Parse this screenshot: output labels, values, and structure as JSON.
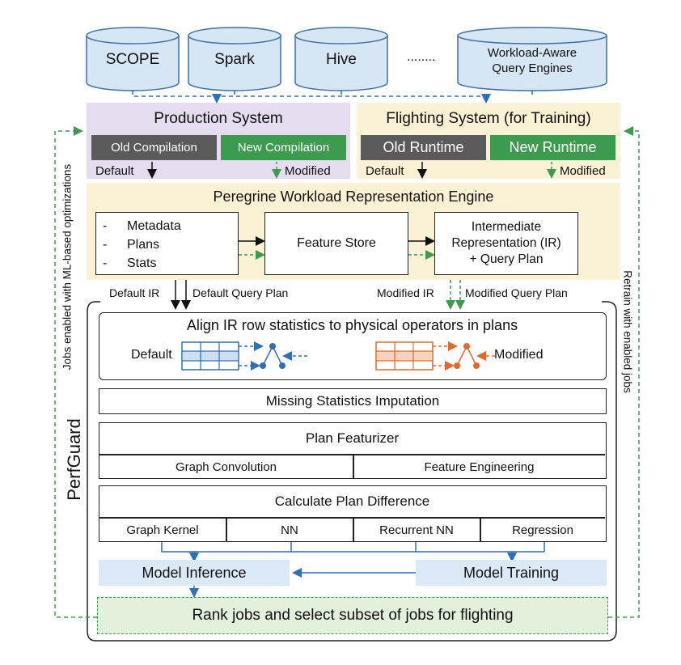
{
  "engines": {
    "items": [
      "SCOPE",
      "Spark",
      "Hive"
    ],
    "ellipsis": "........",
    "workload_aware": [
      "Workload-Aware",
      "Query Engines"
    ]
  },
  "production": {
    "title": "Production System",
    "old": "Old Compilation",
    "new": "New Compilation",
    "default_label": "Default",
    "modified_label": "Modified"
  },
  "flighting": {
    "title": "Flighting System (for Training)",
    "old": "Old Runtime",
    "new": "New Runtime",
    "default_label": "Default",
    "modified_label": "Modified"
  },
  "peregrine": {
    "title": "Peregrine Workload Representation Engine",
    "meta_items": [
      "Metadata",
      "Plans",
      "Stats"
    ],
    "meta_bullet": "-",
    "feature_store": "Feature Store",
    "ir_lines": [
      "Intermediate",
      "Representation (IR)",
      "+ Query Plan"
    ]
  },
  "flows": {
    "default_ir": "Default IR",
    "default_plan": "Default Query Plan",
    "modified_ir": "Modified IR",
    "modified_plan": "Modified Query Plan"
  },
  "perfguard": {
    "label": "PerfGuard",
    "align_title": "Align IR row statistics to physical operators in plans",
    "align_default": "Default",
    "align_modified": "Modified",
    "missing": "Missing Statistics Imputation",
    "featurizer": "Plan Featurizer",
    "graph_conv": "Graph Convolution",
    "feat_eng": "Feature Engineering",
    "plan_diff": "Calculate Plan Difference",
    "diff_methods": [
      "Graph Kernel",
      "NN",
      "Recurrent NN",
      "Regression"
    ],
    "inference": "Model Inference",
    "training": "Model Training",
    "rank": "Rank jobs and select subset of jobs for flighting"
  },
  "side": {
    "left": "Jobs enabled with ML-based optimizations",
    "right": "Retrain with enabled jobs"
  },
  "colors": {
    "engine_fill": "#d6e6f4",
    "engine_stroke": "#3d6fa8",
    "production_bg": "#e6dcef",
    "flighting_bg": "#fbf1d4",
    "peregrine_bg": "#fbf1d4",
    "gray": "#5a5a5a",
    "green": "#3d9b4f",
    "blue": "#2f6fb5",
    "orange": "#e06a2c",
    "rank_bg": "#e3f0dc"
  }
}
